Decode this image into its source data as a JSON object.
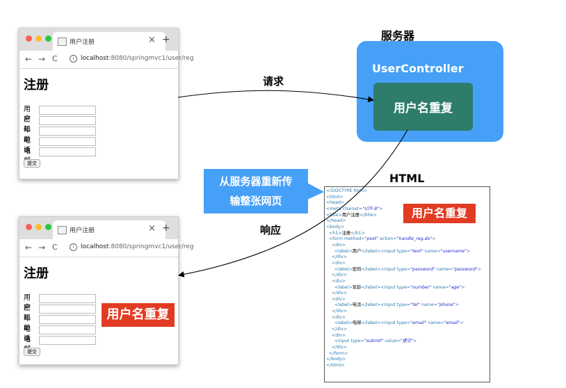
{
  "browser": {
    "tab_title": "用户注册",
    "url_host": "localhost",
    "url_rest": ":8080/springmvc1/user/reg",
    "page_title": "注册",
    "fields": [
      "用户",
      "密码",
      "年龄",
      "电话",
      "电邮"
    ],
    "submit": "提交"
  },
  "server": {
    "heading": "服务器",
    "controller": "UserController",
    "error": "用户名重复"
  },
  "arrows": {
    "request": "请求",
    "response": "响应"
  },
  "note": {
    "line1": "从服务器重新传",
    "line2": "输整张网页"
  },
  "html_box": {
    "heading": "HTML",
    "badge": "用户名重复"
  },
  "result_badge": "用户名重复",
  "colors": {
    "server_blue": "#46a0f7",
    "inner_green": "#2e7d6b",
    "badge_red": "#e23b23"
  }
}
